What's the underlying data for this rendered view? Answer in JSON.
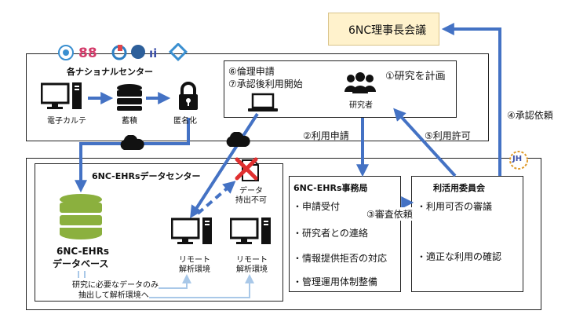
{
  "colors": {
    "arrow_blue": "#4472c4",
    "db_green": "#8bb03e",
    "light_blue_line": "#a9c8e8",
    "council_fill": "#fff2cc",
    "red_cross": "#e03030"
  },
  "council": {
    "label": "6NC理事長会議"
  },
  "national_centers": {
    "title": "各ナショナルセンター",
    "steps": [
      "電子カルテ",
      "蓄積",
      "匿名化"
    ]
  },
  "researcher_panel": {
    "ethics": "⑥倫理申請",
    "start": "⑦承認後利用開始",
    "plan": "①研究を計画",
    "researcher": "研究者"
  },
  "arrow_labels": {
    "apply": "②利用申請",
    "permit": "⑤利用許可",
    "approval_request": "④承認依頼",
    "review_request": "③審査依頼"
  },
  "data_center": {
    "title": "6NC-EHRsデータセンター",
    "db_line1": "6NC-EHRs",
    "db_line2": "データベース",
    "no_export_line1": "データ",
    "no_export_line2": "持出不可",
    "remote1_line1": "リモート",
    "remote1_line2": "解析環境",
    "remote2_line1": "リモート",
    "remote2_line2": "解析環境",
    "note_line1": "研究に必要なデータのみ",
    "note_line2": "抽出して解析環境へ"
  },
  "secretariat": {
    "title": "6NC-EHRs事務局",
    "items": [
      "・申請受付",
      "・研究者との連絡",
      "・情報提供拒否の対応",
      "・管理運用体制整備"
    ]
  },
  "committee": {
    "title": "利活用委員会",
    "items": [
      "・利用可否の審議",
      "・適正な利用の確認"
    ]
  },
  "jh_logo": {
    "text": "JH"
  }
}
